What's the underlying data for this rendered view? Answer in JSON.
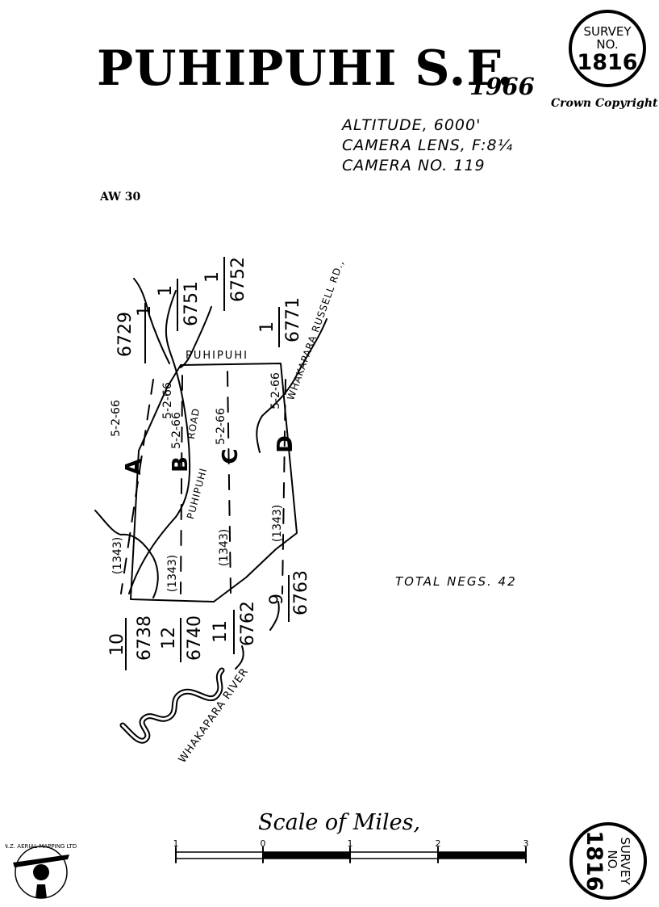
{
  "header": {
    "title": "PUHIPUHI S.F.",
    "year": "1966",
    "copyright": "Crown Copyright",
    "reference": "AW 30"
  },
  "survey_stamp": {
    "line1": "SURVEY",
    "line2": "NO.",
    "number": "1816"
  },
  "flight_info": {
    "altitude": "ALTITUDE, 6000'",
    "lens": "CAMERA LENS, F:8¼",
    "camera": "CAMERA NO. 119"
  },
  "total_negs": "TOTAL  NEGS. 42",
  "map": {
    "place_name": "PUHIPUHI",
    "road_label": "PUHIPUHI ROAD",
    "road_label_line1": "PUHIPUHI",
    "road_label_line2": "ROAD",
    "russell_road": "WHAKAPARA RUSSELL RD.,",
    "river_label": "WHAKAPARA RIVER",
    "runs": [
      {
        "letter": "A",
        "date": "5-2-66",
        "altitude": "(1343)",
        "top_frame": "1",
        "top_neg": "6729",
        "bottom_frame": "10",
        "bottom_neg": "6738"
      },
      {
        "letter": "B",
        "date": "5-2-66",
        "altitude": "(1343)",
        "top_frame": "1",
        "top_neg": "6751",
        "bottom_frame": "12",
        "bottom_neg": "6740"
      },
      {
        "letter": "C",
        "date": "5-2-66",
        "altitude": "(1343)",
        "top_frame": "1",
        "top_neg": "6752",
        "bottom_frame": "11",
        "bottom_neg": "6762"
      },
      {
        "letter": "D",
        "date": "5-2-66",
        "altitude": "(1343)",
        "top_frame": "1",
        "top_neg": "6771",
        "bottom_frame": "9",
        "bottom_neg": "6763"
      }
    ]
  },
  "scale": {
    "title": "Scale of Miles,",
    "ticks": [
      "1",
      "0",
      "1",
      "2",
      "3"
    ]
  },
  "logo": {
    "text": "N.Z. AERIAL MAPPING LTD."
  }
}
